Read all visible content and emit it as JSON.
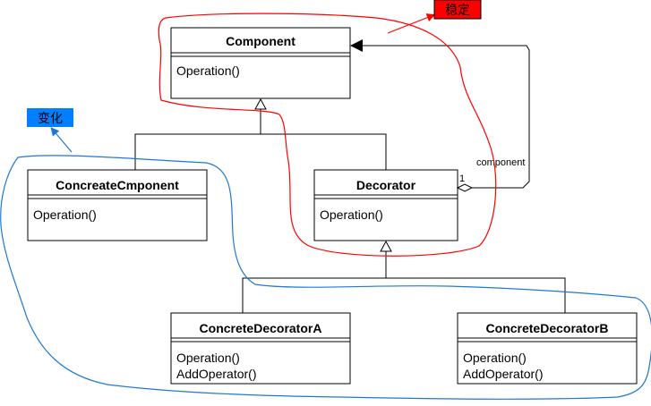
{
  "classes": [
    {
      "name": "Component",
      "methods": [
        "Operation()"
      ]
    },
    {
      "name": "ConcreateCmponent",
      "methods": [
        "Operation()"
      ]
    },
    {
      "name": "Decorator",
      "methods": [
        "Operation()"
      ]
    },
    {
      "name": "ConcreteDecoratorA",
      "methods": [
        "Operation()",
        "AddOperator()"
      ]
    },
    {
      "name": "ConcreteDecoratorB",
      "methods": [
        "Operation()",
        "AddOperator()"
      ]
    }
  ],
  "association": {
    "role": "component",
    "multiplicity": "1"
  },
  "annotations": {
    "stable": {
      "text": "稳定",
      "color": "#ff0000"
    },
    "change": {
      "text": "变化",
      "color": "#007fff"
    }
  },
  "colors": {
    "line": "#000000",
    "stable_outline": "#ff0000",
    "change_outline": "#1f78d1"
  }
}
